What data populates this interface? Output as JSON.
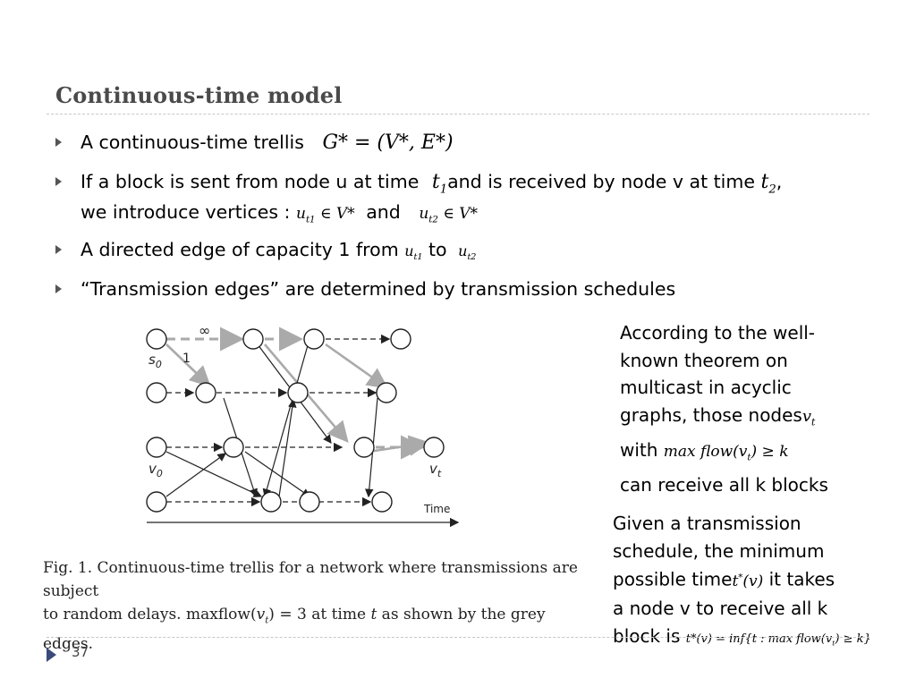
{
  "slide": {
    "title": "Continuous-time model",
    "page_number": "37"
  },
  "bullets": [
    {
      "text": "A continuous-time trellis",
      "math": "G* = (V*, E*)"
    },
    {
      "text_a": "If a block is sent from node u at time",
      "math_a": "t",
      "math_a_sub": "1",
      "text_b": "and is received by node v at time",
      "math_b": "t",
      "math_b_sub": "2",
      "text_c": ",",
      "text_d": "we introduce vertices :",
      "math_c": "u",
      "math_c_sub": "t1",
      "math_c_rest": "∈ V*",
      "text_e": "and",
      "math_d": "u",
      "math_d_sub": "t2",
      "math_d_rest": "∈ V*"
    },
    {
      "text_a": "A directed edge of capacity 1 from",
      "math_a": "u",
      "math_a_sub": "t1",
      "text_b": "to",
      "math_b": "u",
      "math_b_sub": "t2"
    },
    {
      "text": "“Transmission edges” are determined by transmission schedules"
    }
  ],
  "side_text_1": {
    "lines": [
      "According to the well-",
      "known theorem on",
      "multicast in acyclic",
      "graphs, those nodes"
    ],
    "math_node": "v",
    "math_node_sub": "t",
    "with": "with",
    "math_with": "max flow(v",
    "math_with_sub": "t",
    "math_with_rest": ") ≥ k",
    "last": "can receive all k blocks"
  },
  "side_text_2": {
    "lines": [
      "Given a transmission",
      "schedule, the minimum"
    ],
    "line3": "possible time",
    "math_t": "t",
    "math_t_sup": "*",
    "math_t_rest": "(v)",
    "line3b": "it takes",
    "line4": "a node v to receive all k",
    "line5": "block is",
    "math_def": "t*(v) = inf{t : max flow(v",
    "math_def_sub": "t",
    "math_def_rest": ") ≥ k}"
  },
  "figure": {
    "labels": {
      "inf": "∞",
      "one": "1",
      "s0": "s",
      "s0_sub": "0",
      "v0": "v",
      "v0_sub": "0",
      "vt": "v",
      "vt_sub": "t",
      "time": "Time"
    },
    "caption_line1": "Fig. 1.   Continuous-time trellis for a network where transmissions are subject",
    "caption_line2a": "to random delays. maxflow(",
    "caption_line2b": "v",
    "caption_line2b_sub": "t",
    "caption_line2c": ") = 3 at time ",
    "caption_line2d": "t",
    "caption_line2e": " as shown by the grey edges."
  },
  "colors": {
    "title": "#4a4a4a",
    "bullet_arrow": "#555555",
    "grey_edge": "#aaaaaa",
    "accent": "#3a4a7a"
  }
}
